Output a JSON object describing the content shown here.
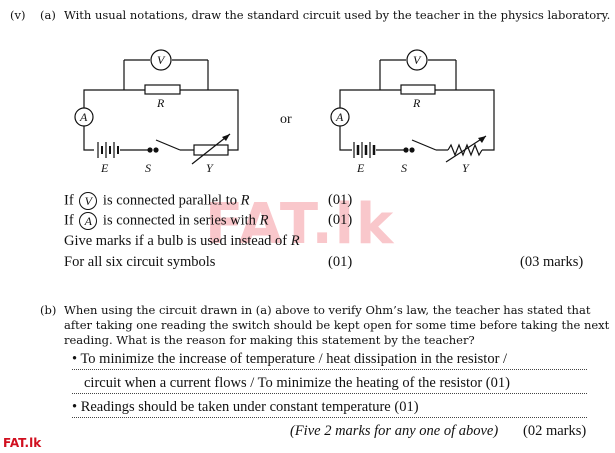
{
  "question": {
    "number": "(v)",
    "part_a_label": "(a)",
    "part_a_text": "With usual notations, draw the standard circuit used by the teacher in the physics laboratory.",
    "part_b_label": "(b)",
    "part_b_lines": [
      "When using the circuit drawn in (a) above to verify Ohm’s law, the teacher has stated that",
      "after taking one reading the switch should be kept open for some time before taking the next",
      "reading. What is the reason for making this statement by the teacher?"
    ]
  },
  "circuit": {
    "voltmeter": "V",
    "ammeter": "A",
    "resistor": "R",
    "cell": "E",
    "switch": "S",
    "rheostat": "Y",
    "or_text": "or"
  },
  "marking": {
    "rows": [
      {
        "pre": "If",
        "symbol": "V",
        "post": "is connected parallel to",
        "var": "R",
        "mark": "(01)"
      },
      {
        "pre": "If",
        "symbol": "A",
        "post": "is connected in series with",
        "var": "R",
        "mark": "(01)"
      },
      {
        "text": "Give marks if a bulb is used instead of",
        "var": "R"
      },
      {
        "text": "For all six circuit symbols",
        "mark": "(01)",
        "total": "(03 marks)"
      }
    ],
    "answer_line1": "To minimize the increase of temperature / heat dissipation in the resistor /",
    "answer_line2": "circuit when a current flows / To minimize the heating of the resistor  (01)",
    "answer_line3": "Readings should be taken under constant temperature  (01)",
    "footer_note": "(Five 2 marks for any one of above)",
    "footer_total": "(02 marks)"
  },
  "watermark": "FAT.lk",
  "site_tag": "FAT.lk"
}
